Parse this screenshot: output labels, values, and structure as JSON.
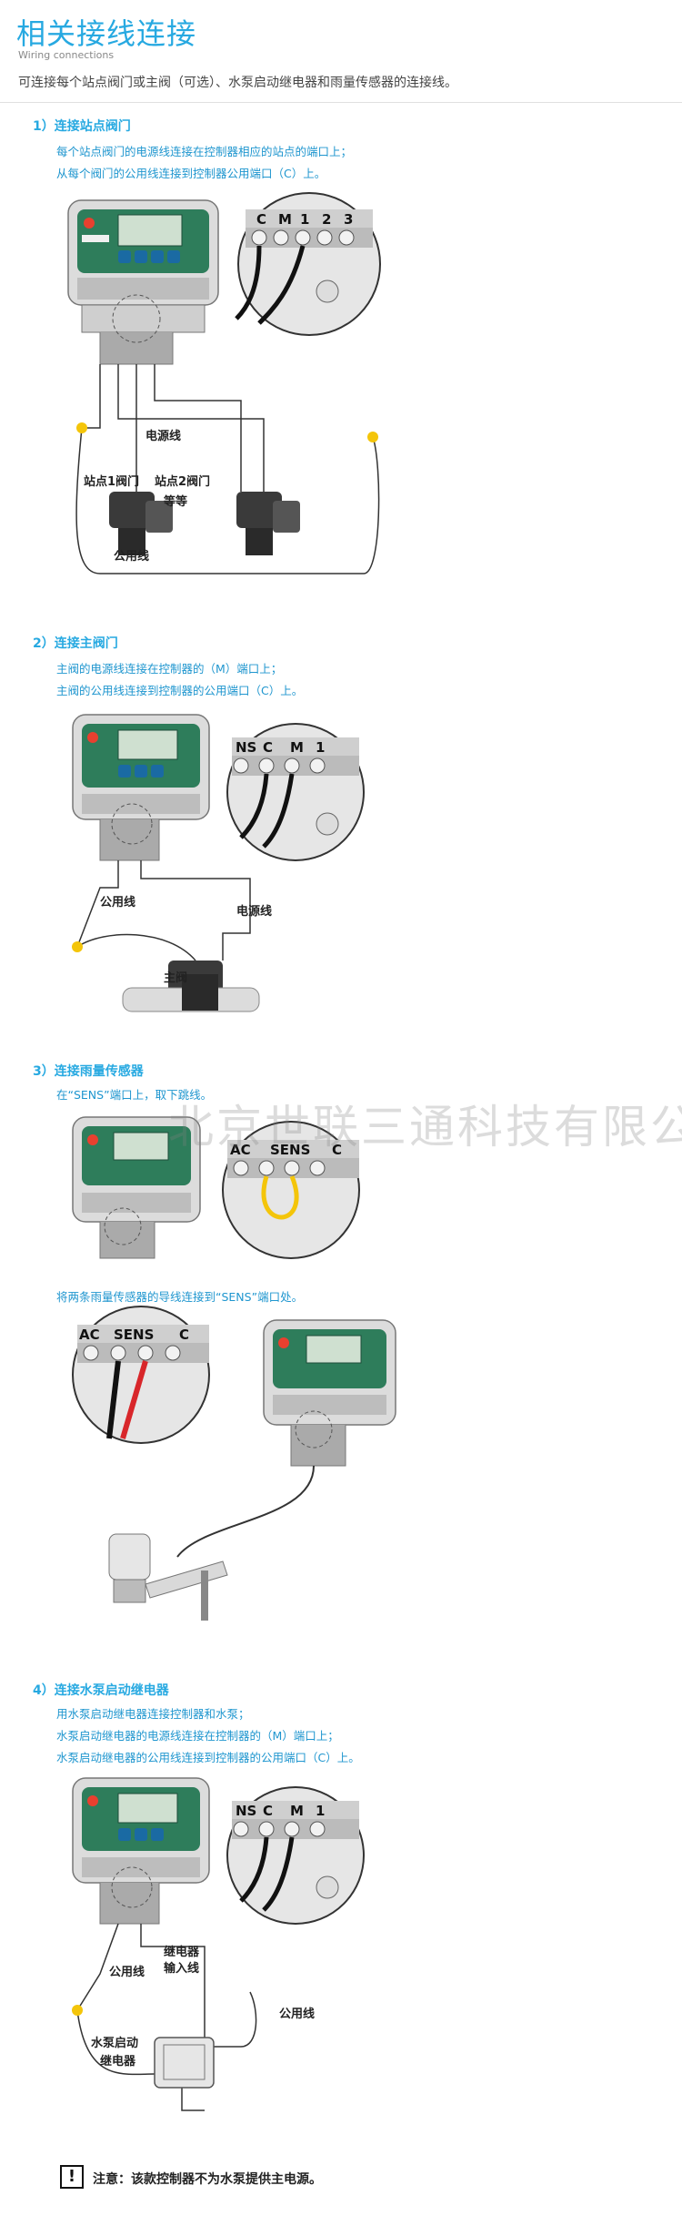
{
  "header": {
    "title": "相关接线连接",
    "subtitle": "Wiring connections",
    "intro": "可连接每个站点阀门或主阀（可选）、水泵启动继电器和雨量传感器的连接线。"
  },
  "sections": [
    {
      "heading": "1）连接站点阀门",
      "lines": [
        "每个站点阀门的电源线连接在控制器相应的站点的端口上；",
        "从每个阀门的公用线连接到控制器公用端口（C）上。"
      ],
      "terminal_labels": [
        "C",
        "M",
        "1",
        "2",
        "3"
      ],
      "labels": {
        "power_wire": "电源线",
        "station1": "站点1阀门",
        "station2": "站点2阀门",
        "etc": "等等",
        "common_wire": "公用线"
      }
    },
    {
      "heading": "2）连接主阀门",
      "lines": [
        "主阀的电源线连接在控制器的（M）端口上；",
        "主阀的公用线连接到控制器的公用端口（C）上。"
      ],
      "terminal_labels": [
        "NS",
        "C",
        "M",
        "1"
      ],
      "labels": {
        "common_wire": "公用线",
        "power_wire": "电源线",
        "master_valve": "主阀"
      }
    },
    {
      "heading": "3）连接雨量传感器",
      "lines": [
        "在“SENS”端口上，取下跳线。",
        "将两条雨量传感器的导线连接到“SENS”端口处。"
      ],
      "terminal_labels": [
        "AC",
        "SENS",
        "C"
      ]
    },
    {
      "heading": "4）连接水泵启动继电器",
      "lines": [
        "用水泵启动继电器连接控制器和水泵；",
        "水泵启动继电器的电源线连接在控制器的（M）端口上；",
        "水泵启动继电器的公用线连接到控制器的公用端口（C）上。"
      ],
      "terminal_labels": [
        "NS",
        "C",
        "M",
        "1"
      ],
      "labels": {
        "relay_input_1": "继电器",
        "relay_input_2": "输入线",
        "common_wire_a": "公用线",
        "common_wire_b": "公用线",
        "relay_1": "水泵启动",
        "relay_2": "继电器"
      }
    }
  ],
  "note": {
    "icon": "!",
    "text": "注意：该款控制器不为水泵提供主电源。"
  },
  "watermark": "北京世联三通科技有限公司",
  "colors": {
    "accent": "#27a9e1",
    "controller_green": "#2e7d5b",
    "wire_red": "#d8262a",
    "jumper_yellow": "#f4c50a"
  }
}
